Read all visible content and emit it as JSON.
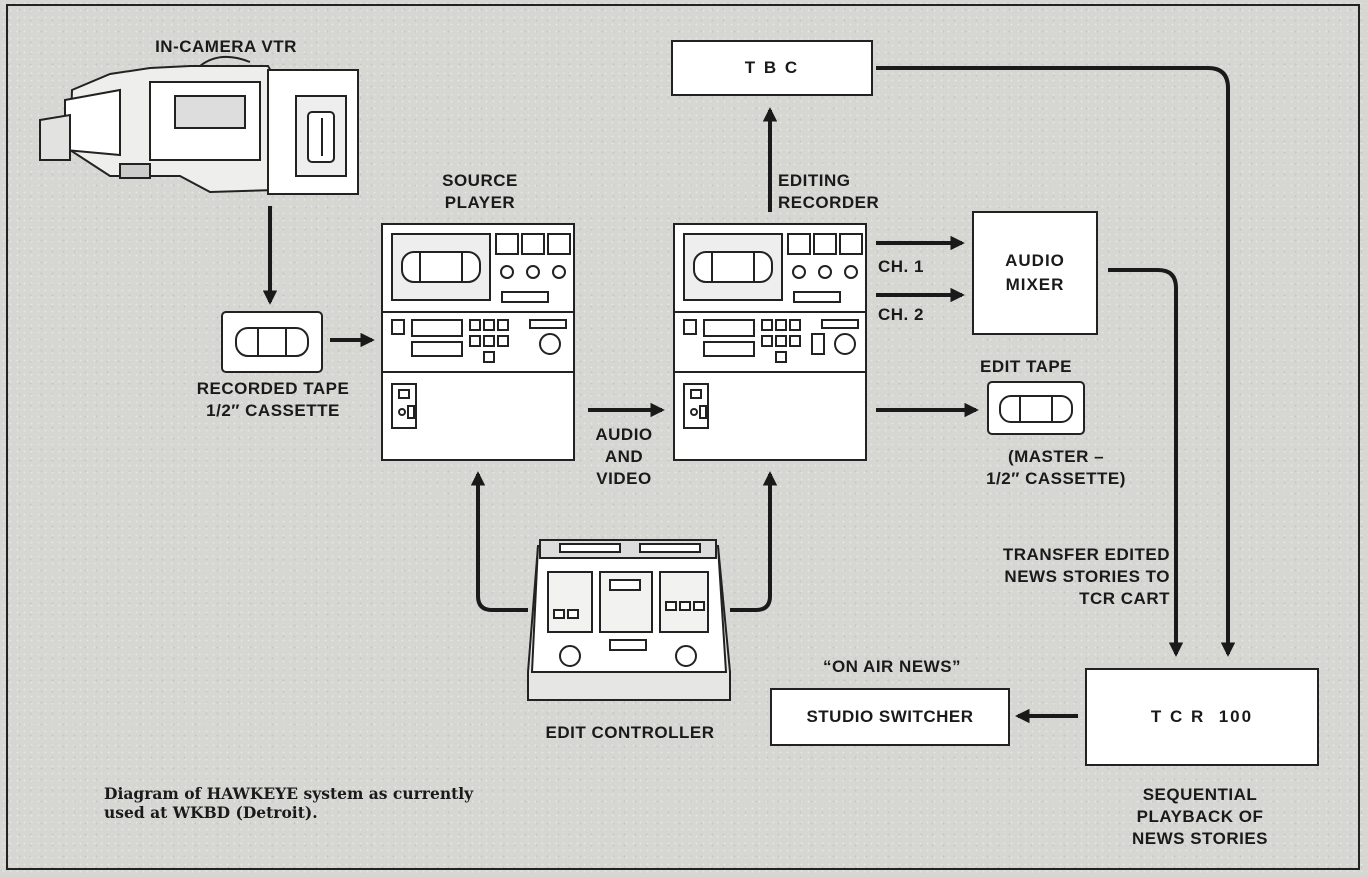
{
  "labels": {
    "in_camera_vtr": "IN-CAMERA VTR",
    "source_player": "SOURCE\nPLAYER",
    "editing_recorder": "EDITING\nRECORDER",
    "recorded_tape": "RECORDED TAPE\n1/2″ CASSETTE",
    "audio_and_video": "AUDIO\nAND\nVIDEO",
    "ch1": "CH. 1",
    "ch2": "CH. 2",
    "edit_tape": "EDIT TAPE",
    "master_cassette": "(MASTER –\n1/2″ CASSETTE)",
    "transfer": "TRANSFER EDITED\nNEWS STORIES TO\nTCR CART",
    "on_air_news": "“ON AIR NEWS”",
    "edit_controller": "EDIT CONTROLLER",
    "sequential": "SEQUENTIAL\nPLAYBACK OF\nNEWS STORIES"
  },
  "boxes": {
    "tbc": "T B C",
    "audio_mixer": "AUDIO\nMIXER",
    "studio_switcher": "STUDIO SWITCHER",
    "tcr100": "T C R  100"
  },
  "caption": "Diagram of HAWKEYE system as currently\nused at WKBD (Detroit)."
}
